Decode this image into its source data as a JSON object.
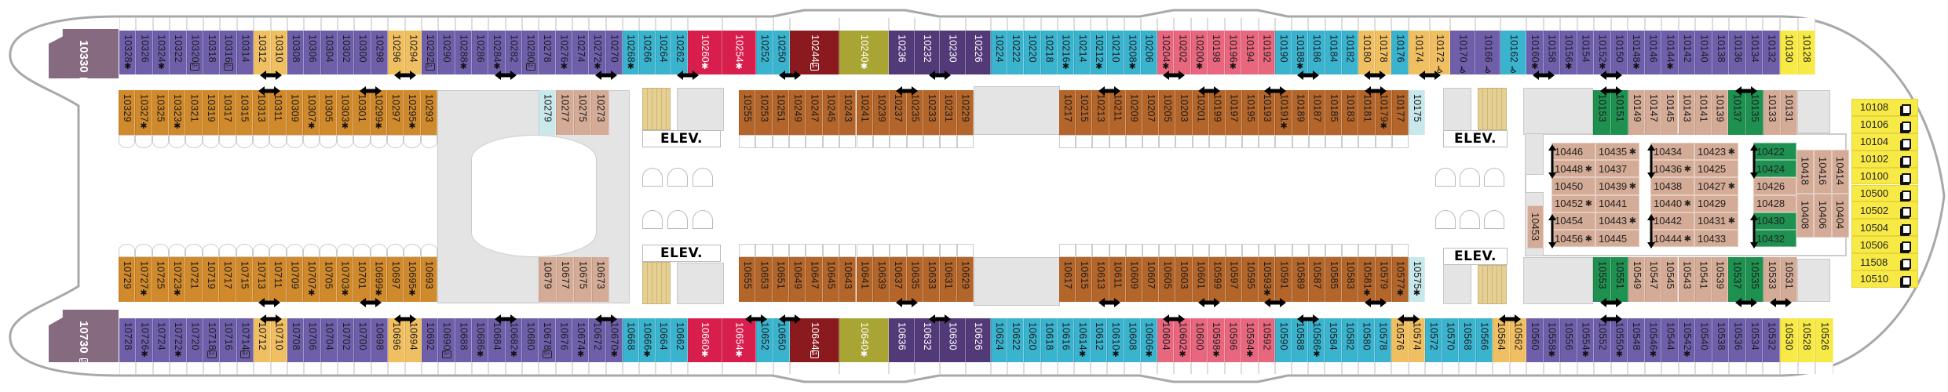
{
  "colors": {
    "purple": "#6f5fab",
    "orange": "#f0bf62",
    "teal": "#3ab3cf",
    "red": "#d81e4c",
    "darkred": "#8b1a1f",
    "olive": "#a8a535",
    "darkpurple": "#523a78",
    "pink": "#e8677f",
    "yellow": "#f8ea46",
    "gold": "#d0892b",
    "brown": "#b3652a",
    "lightteal": "#c9e8ec",
    "tan": "#d4ab96",
    "green": "#1e9150",
    "stern": "#866a80"
  },
  "light_text_colors": [
    "red",
    "darkred",
    "olive",
    "darkpurple"
  ],
  "icons": {
    "star": "✱",
    "family_label": "5+",
    "accessible": "♿",
    "connecting": "double-arrow-icon"
  },
  "labels": {
    "elevator": "ELEV."
  },
  "stern_suites": {
    "top": "10330",
    "bottom": "10730"
  },
  "rows": {
    "top_outer": [
      {
        "color": "purple",
        "cabins": [
          "10328",
          "10326",
          "10324",
          "10322",
          "10320",
          "10318",
          "10316",
          "10314"
        ]
      },
      {
        "color": "orange",
        "cabins": [
          "10312",
          "10310"
        ]
      },
      {
        "color": "purple",
        "cabins": [
          "10308",
          "10306",
          "10304",
          "10302",
          "10300",
          "10298"
        ]
      },
      {
        "color": "orange",
        "cabins": [
          "10296",
          "10294"
        ]
      },
      {
        "color": "purple",
        "cabins": [
          "10292",
          "10290",
          "10288",
          "10286",
          "10284",
          "10282",
          "10280",
          "10278",
          "10276",
          "10274",
          "10272",
          "10270"
        ]
      },
      {
        "color": "teal",
        "cabins": [
          "10268",
          "10266",
          "10264",
          "10262"
        ]
      },
      {
        "color": "red",
        "cabins": [
          "10260",
          "10254"
        ]
      },
      {
        "color": "teal",
        "cabins": [
          "10252",
          "10250"
        ]
      },
      {
        "color": "darkred",
        "cabins": [
          "10244"
        ]
      },
      {
        "color": "olive",
        "cabins": [
          "10240"
        ]
      },
      {
        "color": "darkpurple",
        "cabins": [
          "10236",
          "10232",
          "10230",
          "10226"
        ]
      },
      {
        "color": "teal",
        "cabins": [
          "10224",
          "10222",
          "10220",
          "10218",
          "10216",
          "10214",
          "10212",
          "10210",
          "10208",
          "10206"
        ]
      },
      {
        "color": "pink",
        "cabins": [
          "10204",
          "10202",
          "10200",
          "10198",
          "10196",
          "10194",
          "10192"
        ]
      },
      {
        "color": "teal",
        "cabins": [
          "10190",
          "10188",
          "10186",
          "10184",
          "10182"
        ]
      },
      {
        "color": "orange",
        "cabins": [
          "10180",
          "10178"
        ]
      },
      {
        "color": "teal",
        "cabins": [
          "10176"
        ]
      },
      {
        "color": "orange",
        "cabins": [
          "10174",
          "10172"
        ]
      },
      {
        "color": "purple",
        "cabins": [
          "10170",
          "10166"
        ]
      },
      {
        "color": "teal",
        "cabins": [
          "10162"
        ]
      },
      {
        "color": "purple",
        "cabins": [
          "10160",
          "10158",
          "10156",
          "10154",
          "10152",
          "10150",
          "10148",
          "10146",
          "10144",
          "10142",
          "10140",
          "10138",
          "10136",
          "10134",
          "10132"
        ]
      },
      {
        "color": "yellow",
        "cabins": [
          "10130",
          "10128"
        ]
      }
    ],
    "top_inner": [
      {
        "color": "gold",
        "cabins": [
          "10329",
          "10327",
          "10325",
          "10323",
          "10321",
          "10319",
          "10317",
          "10315",
          "10313",
          "10311",
          "10309",
          "10307",
          "10305",
          "10303",
          "10301",
          "10299",
          "10297",
          "10295",
          "10293"
        ]
      },
      {
        "color": "lightteal",
        "cabins": [
          "10279"
        ]
      },
      {
        "color": "tan",
        "cabins": [
          "10277",
          "10275",
          "10273"
        ]
      },
      {
        "color": "brown",
        "cabins": [
          "10255",
          "10253",
          "10251",
          "10249",
          "10247",
          "10245",
          "10243",
          "10241",
          "10239",
          "10237",
          "10235",
          "10233",
          "10231",
          "10229"
        ]
      },
      {
        "color": "brown",
        "cabins": [
          "10217",
          "10215",
          "10213",
          "10211",
          "10209",
          "10207",
          "10205",
          "10203",
          "10201",
          "10199",
          "10197",
          "10195",
          "10193",
          "10191",
          "10189",
          "10187",
          "10185",
          "10183",
          "10181",
          "10179",
          "10177"
        ]
      },
      {
        "color": "lightteal",
        "cabins": [
          "10175"
        ]
      },
      {
        "color": "green",
        "cabins": [
          "10153",
          "10151"
        ]
      },
      {
        "color": "tan",
        "cabins": [
          "10149",
          "10147",
          "10145",
          "10143",
          "10141",
          "10139"
        ]
      },
      {
        "color": "green",
        "cabins": [
          "10137",
          "10135"
        ]
      },
      {
        "color": "tan",
        "cabins": [
          "10133",
          "10131"
        ]
      }
    ],
    "bottom_inner": [
      {
        "color": "gold",
        "cabins": [
          "10729",
          "10727",
          "10725",
          "10723",
          "10721",
          "10719",
          "10717",
          "10715",
          "10713",
          "10711",
          "10709",
          "10707",
          "10705",
          "10703",
          "10701",
          "10699",
          "10697",
          "10695",
          "10693"
        ]
      },
      {
        "color": "tan",
        "cabins": [
          "10679",
          "10677",
          "10675",
          "10673"
        ]
      },
      {
        "color": "brown",
        "cabins": [
          "10655",
          "10653",
          "10651",
          "10649",
          "10647",
          "10645",
          "10643",
          "10641",
          "10639",
          "10637",
          "10635",
          "10633",
          "10631",
          "10629"
        ]
      },
      {
        "color": "brown",
        "cabins": [
          "10617",
          "10615",
          "10613",
          "10611",
          "10609",
          "10607",
          "10605",
          "10603",
          "10601",
          "10599",
          "10597",
          "10595",
          "10593",
          "10591",
          "10589",
          "10587",
          "10585",
          "10583",
          "10581",
          "10579",
          "10577"
        ]
      },
      {
        "color": "lightteal",
        "cabins": [
          "10575"
        ]
      },
      {
        "color": "green",
        "cabins": [
          "10553",
          "10551"
        ]
      },
      {
        "color": "tan",
        "cabins": [
          "10549",
          "10547",
          "10545",
          "10543",
          "10541",
          "10539"
        ]
      },
      {
        "color": "green",
        "cabins": [
          "10537",
          "10535"
        ]
      },
      {
        "color": "tan",
        "cabins": [
          "10533",
          "10531"
        ]
      }
    ],
    "bottom_outer": [
      {
        "color": "purple",
        "cabins": [
          "10728",
          "10726",
          "10724",
          "10722",
          "10720",
          "10718",
          "10716",
          "10714"
        ]
      },
      {
        "color": "orange",
        "cabins": [
          "10712",
          "10710"
        ]
      },
      {
        "color": "purple",
        "cabins": [
          "10708",
          "10706",
          "10704",
          "10702",
          "10700",
          "10698"
        ]
      },
      {
        "color": "orange",
        "cabins": [
          "10696",
          "10694"
        ]
      },
      {
        "color": "purple",
        "cabins": [
          "10692",
          "10690",
          "10688",
          "10686",
          "10684",
          "10682",
          "10680",
          "10678",
          "10676",
          "10674",
          "10672",
          "10670"
        ]
      },
      {
        "color": "teal",
        "cabins": [
          "10668",
          "10666",
          "10664",
          "10662"
        ]
      },
      {
        "color": "red",
        "cabins": [
          "10660",
          "10654"
        ]
      },
      {
        "color": "teal",
        "cabins": [
          "10652",
          "10650"
        ]
      },
      {
        "color": "darkred",
        "cabins": [
          "10644"
        ]
      },
      {
        "color": "olive",
        "cabins": [
          "10640"
        ]
      },
      {
        "color": "darkpurple",
        "cabins": [
          "10636",
          "10632",
          "10630",
          "10626"
        ]
      },
      {
        "color": "teal",
        "cabins": [
          "10624",
          "10622",
          "10620",
          "10618",
          "10616",
          "10614",
          "10612",
          "10610",
          "10608",
          "10606"
        ]
      },
      {
        "color": "pink",
        "cabins": [
          "10604",
          "10602",
          "10600",
          "10598",
          "10596",
          "10594",
          "10592"
        ]
      },
      {
        "color": "teal",
        "cabins": [
          "10590",
          "10588",
          "10586",
          "10584",
          "10582",
          "10580",
          "10578"
        ]
      },
      {
        "color": "orange",
        "cabins": [
          "10576",
          "10574"
        ]
      },
      {
        "color": "teal",
        "cabins": [
          "10572",
          "10570",
          "10568",
          "10566"
        ]
      },
      {
        "color": "orange",
        "cabins": [
          "10564",
          "10562"
        ]
      },
      {
        "color": "purple",
        "cabins": [
          "10560",
          "10558",
          "10556",
          "10554",
          "10552",
          "10550",
          "10548",
          "10546",
          "10544",
          "10542",
          "10540",
          "10538",
          "10536",
          "10534",
          "10532"
        ]
      },
      {
        "color": "yellow",
        "cabins": [
          "10530",
          "10528",
          "10526"
        ]
      }
    ]
  },
  "center": {
    "left": [
      [
        "10446",
        "10435"
      ],
      [
        "10448",
        "10437"
      ],
      [
        "10450",
        "10439"
      ],
      [
        "10452",
        "10441"
      ],
      [
        "10454",
        "10443"
      ],
      [
        "10456",
        "10445"
      ]
    ],
    "middle": [
      [
        "10434",
        "10423"
      ],
      [
        "10436",
        "10425"
      ],
      [
        "10438",
        "10427"
      ],
      [
        "10440",
        "10429"
      ],
      [
        "10442",
        "10431"
      ],
      [
        "10444",
        "10433"
      ]
    ],
    "right": [
      {
        "n": "10422",
        "c": "green"
      },
      {
        "n": "10424",
        "c": "green"
      },
      {
        "n": "10426",
        "c": "tan"
      },
      {
        "n": "10428",
        "c": "tan"
      },
      {
        "n": "10430",
        "c": "green"
      },
      {
        "n": "10432",
        "c": "green"
      }
    ],
    "vertical_top": [
      "10418",
      "10416",
      "10414"
    ],
    "vertical_bottom": [
      "10408",
      "10406",
      "10404"
    ],
    "side": "10453"
  },
  "forward_suites": [
    "10108",
    "10106",
    "10104",
    "10102",
    "10100",
    "10500",
    "10502",
    "10504",
    "10506",
    "11508",
    "10510"
  ],
  "stars": [
    "10328",
    "10324",
    "10288",
    "10284",
    "10276",
    "10272",
    "10268",
    "10260",
    "10254",
    "10240",
    "10216",
    "10212",
    "10208",
    "10204",
    "10200",
    "10196",
    "10188",
    "10170",
    "10166",
    "10160",
    "10156",
    "10152",
    "10148",
    "10144",
    "10327",
    "10323",
    "10307",
    "10303",
    "10299",
    "10295",
    "10191",
    "10179",
    "10727",
    "10723",
    "10707",
    "10703",
    "10699",
    "10695",
    "10593",
    "10581",
    "10577",
    "10575",
    "10726",
    "10722",
    "10686",
    "10682",
    "10674",
    "10670",
    "10666",
    "10660",
    "10654",
    "10640",
    "10614",
    "10610",
    "10606",
    "10602",
    "10598",
    "10594",
    "10586",
    "10558",
    "10554",
    "10550",
    "10546",
    "10542",
    "10435",
    "10448",
    "10439",
    "10452",
    "10443",
    "10456",
    "10423",
    "10436",
    "10427",
    "10440",
    "10431",
    "10444"
  ],
  "family_5plus": [
    "10330",
    "10320",
    "10316",
    "10292",
    "10280",
    "10244",
    "10730",
    "10718",
    "10714",
    "10690",
    "10678",
    "10644"
  ],
  "accessible": [
    "10172",
    "10170",
    "10166",
    "10162"
  ],
  "connecting": [
    [
      "10312",
      "10310"
    ],
    [
      "10296",
      "10294"
    ],
    [
      "10284",
      "10282"
    ],
    [
      "10272",
      "10270"
    ],
    [
      "10262",
      "10260"
    ],
    [
      "10250",
      "10244"
    ],
    [
      "10232",
      "10230"
    ],
    [
      "10204",
      "10202"
    ],
    [
      "10188",
      "10186"
    ],
    [
      "10180",
      "10178"
    ],
    [
      "10174",
      "10172"
    ],
    [
      "10160",
      "10158"
    ],
    [
      "10152",
      "10150"
    ],
    [
      "10313",
      "10311"
    ],
    [
      "10301",
      "10299"
    ],
    [
      "10237",
      "10235"
    ],
    [
      "10213",
      "10211"
    ],
    [
      "10201",
      "10199"
    ],
    [
      "10193",
      "10191"
    ],
    [
      "10181",
      "10179"
    ],
    [
      "10153",
      "10151"
    ],
    [
      "10137",
      "10135"
    ],
    [
      "10713",
      "10711"
    ],
    [
      "10701",
      "10699"
    ],
    [
      "10637",
      "10635"
    ],
    [
      "10613",
      "10611"
    ],
    [
      "10601",
      "10599"
    ],
    [
      "10593",
      "10591"
    ],
    [
      "10581",
      "10579"
    ],
    [
      "10553",
      "10551"
    ],
    [
      "10537",
      "10535"
    ],
    [
      "10533",
      "10531"
    ],
    [
      "10712",
      "10710"
    ],
    [
      "10696",
      "10694"
    ],
    [
      "10684",
      "10682"
    ],
    [
      "10672",
      "10670"
    ],
    [
      "10654",
      "10652"
    ],
    [
      "10650",
      "10644"
    ],
    [
      "10632",
      "10630"
    ],
    [
      "10604",
      "10602"
    ],
    [
      "10588",
      "10586"
    ],
    [
      "10576",
      "10574"
    ],
    [
      "10564",
      "10562"
    ],
    [
      "10552",
      "10550"
    ]
  ]
}
